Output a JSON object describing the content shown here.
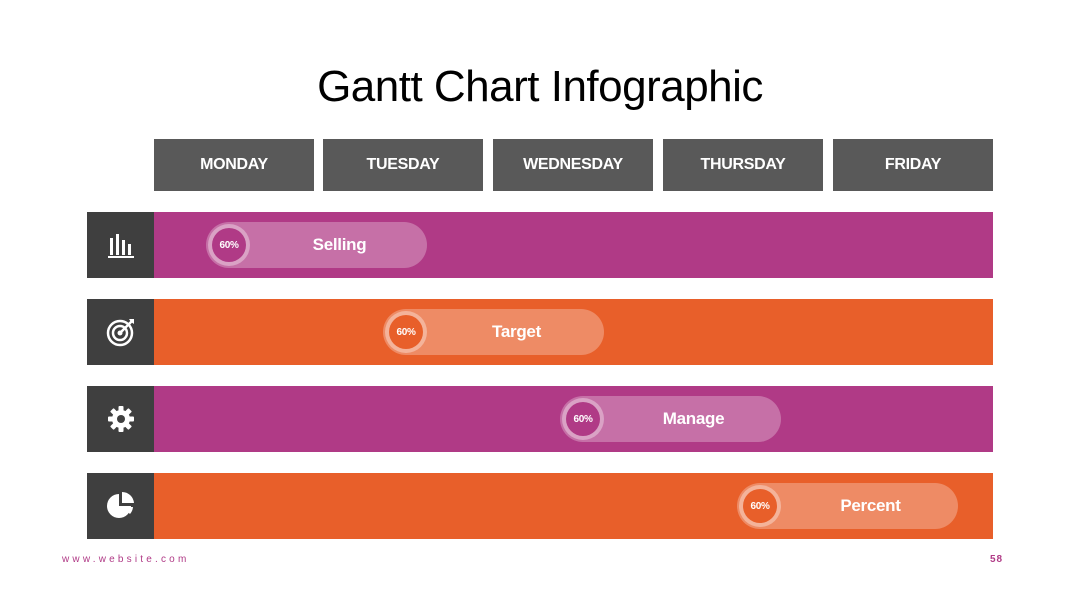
{
  "title": "Gantt Chart Infographic",
  "days": [
    "MONDAY",
    "TUESDAY",
    "WEDNESDAY",
    "THURSDAY",
    "FRIDAY"
  ],
  "colors": {
    "magenta": "#b03a86",
    "orange": "#e85f2a",
    "header": "#595959",
    "icon_bg": "#3f3f3f"
  },
  "rows": [
    {
      "icon": "bar-chart-icon",
      "label": "Selling",
      "percent": "60%",
      "color": "#b03a86"
    },
    {
      "icon": "target-icon",
      "label": "Target",
      "percent": "60%",
      "color": "#e85f2a"
    },
    {
      "icon": "gear-icon",
      "label": "Manage",
      "percent": "60%",
      "color": "#b03a86"
    },
    {
      "icon": "pie-chart-icon",
      "label": "Percent",
      "percent": "60%",
      "color": "#e85f2a"
    }
  ],
  "footer": {
    "website": "www.website.com",
    "page_number": "58"
  }
}
